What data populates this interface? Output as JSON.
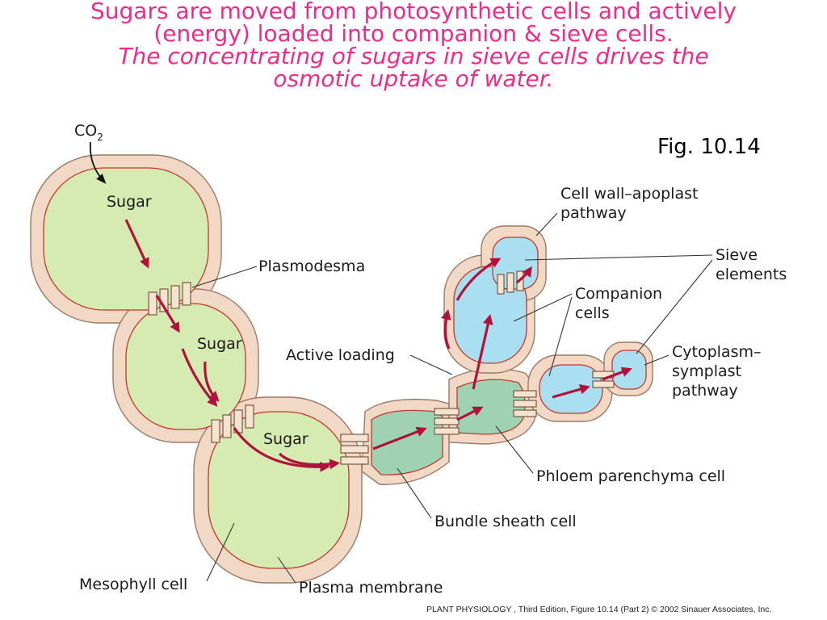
{
  "heading": {
    "line1": "Sugars are moved from photosynthetic cells and actively",
    "line2": "(energy) loaded into companion & sieve cells.",
    "line3": "The concentrating of sugars in sieve cells drives the",
    "line4": "osmotic uptake of water."
  },
  "figure_number": "Fig. 10.14",
  "labels": {
    "co2_main": "CO",
    "co2_sub": "2",
    "sugar_1": "Sugar",
    "sugar_2": "Sugar",
    "sugar_3": "Sugar",
    "plasmodesma": "Plasmodesma",
    "active_loading": "Active loading",
    "apoplast_1": "Cell wall–apoplast",
    "apoplast_2": "pathway",
    "sieve_1": "Sieve",
    "sieve_2": "elements",
    "companion_1": "Companion",
    "companion_2": "cells",
    "symplast_1": "Cytoplasm–",
    "symplast_2": "symplast",
    "symplast_3": "pathway",
    "phloem_parenchyma": "Phloem parenchyma cell",
    "bundle_sheath": "Bundle sheath cell",
    "mesophyll": "Mesophyll cell",
    "plasma_membrane": "Plasma membrane"
  },
  "credit": "PLANT PHYSIOLOGY , Third Edition, Figure 10.14 (Part 2)  © 2002 Sinauer Associates, Inc.",
  "colors": {
    "title": "#ee2a8a",
    "cell_wall": "#f2d9c5",
    "wall_outline": "#9a7a66",
    "membrane": "#c0392b",
    "mesophyll_fill": "#d6ebb1",
    "bundle_fill": "#9fd1b3",
    "sieve_fill": "#a9dff0",
    "arrow": "#b0123c"
  }
}
